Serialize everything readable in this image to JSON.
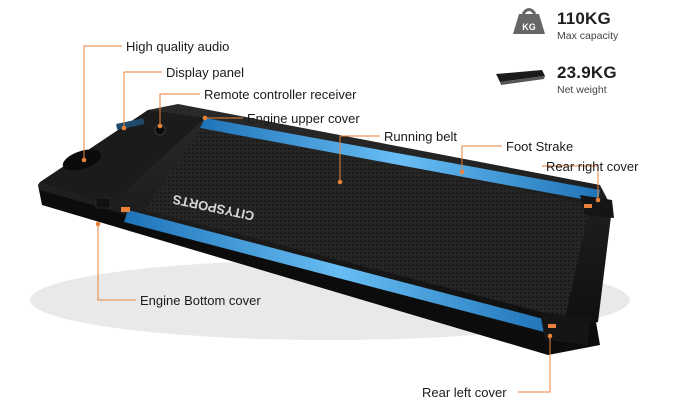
{
  "specs": {
    "capacity": {
      "icon": "weight-kg-icon",
      "weight_glyph": "KG",
      "value": "110KG",
      "label": "Max capacity"
    },
    "net_weight": {
      "icon": "folded-treadmill-icon",
      "value": "23.9KG",
      "label": "Net weight"
    }
  },
  "brand": {
    "logo_text": "CITYSPORTS"
  },
  "callouts": [
    {
      "id": "audio",
      "label": "High quality audio"
    },
    {
      "id": "display",
      "label": "Display panel"
    },
    {
      "id": "remote",
      "label": "Remote controller receiver"
    },
    {
      "id": "upper",
      "label": "Engine upper cover"
    },
    {
      "id": "belt",
      "label": "Running belt"
    },
    {
      "id": "foot",
      "label": "Foot Strake"
    },
    {
      "id": "rearright",
      "label": "Rear right cover"
    },
    {
      "id": "bottom",
      "label": "Engine Bottom cover"
    },
    {
      "id": "rearleft",
      "label": "Rear left cover"
    }
  ],
  "colors": {
    "accent": "#E8823A",
    "rail_blue": "#3AA0E0",
    "body": "#1c1c1c",
    "belt": "#2a2a2a"
  }
}
